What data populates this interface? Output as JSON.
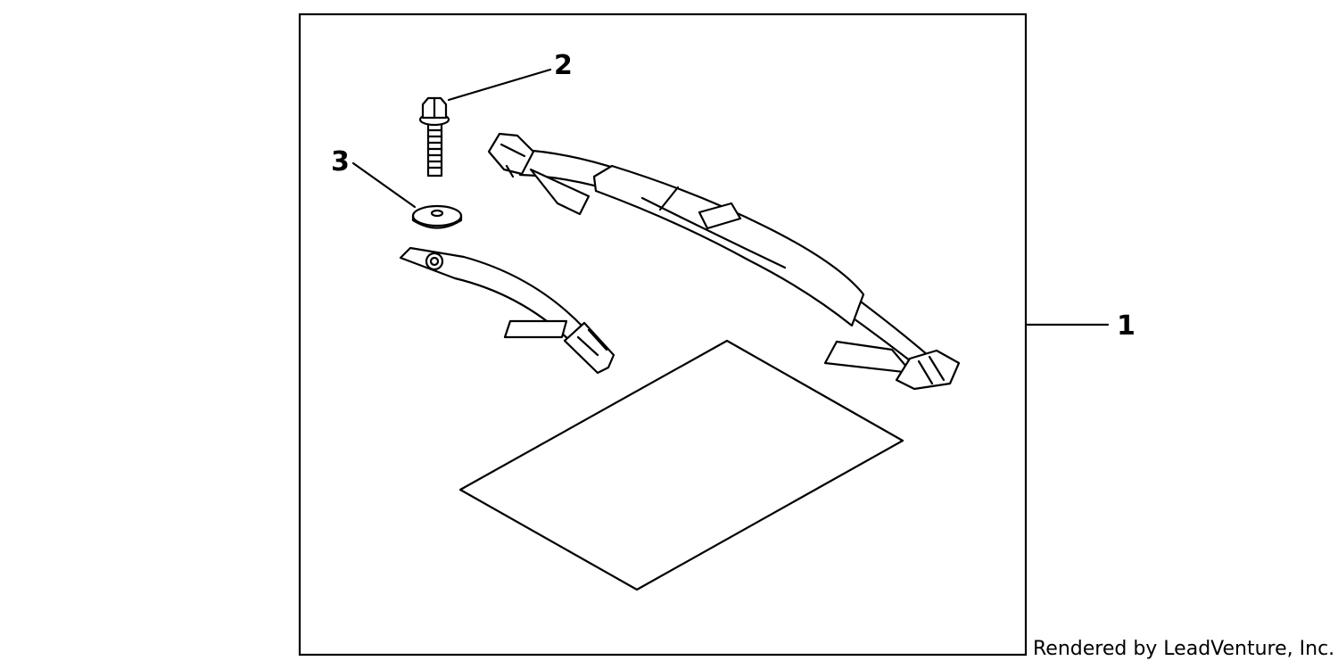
{
  "diagram": {
    "callouts": [
      {
        "id": "1",
        "label": "1",
        "part": "kit-assembly"
      },
      {
        "id": "2",
        "label": "2",
        "part": "flange-bolt"
      },
      {
        "id": "3",
        "label": "3",
        "part": "washer"
      }
    ],
    "footer": {
      "credit": "Rendered by LeadVenture, Inc."
    },
    "colors": {
      "line": "#000000",
      "background": "#ffffff"
    }
  }
}
